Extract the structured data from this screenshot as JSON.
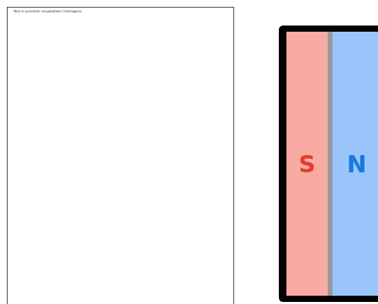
{
  "diagram": {
    "nodes": [
      {
        "text": [
          "Non è possibile visualizzare l'immagine."
        ]
      },
      {
        "text": [
          "S"
        ]
      },
      {
        "text": [
          "N"
        ]
      }
    ]
  }
}
